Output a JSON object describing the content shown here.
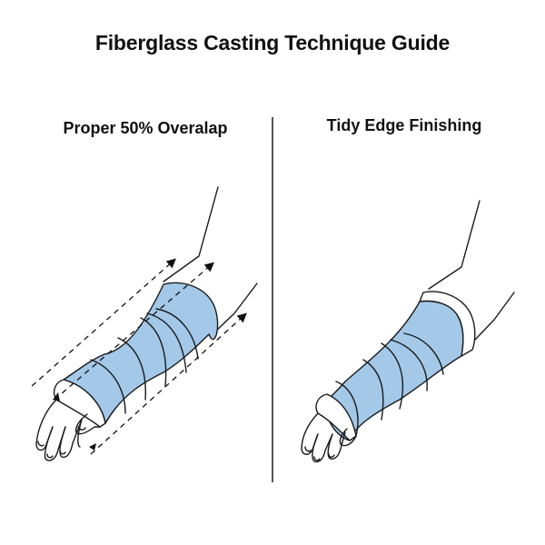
{
  "header": {
    "title": "Fiberglass Casting Technique Guide"
  },
  "panels": [
    {
      "title": "Proper 50% Overalap",
      "illustration": "cast-arm-with-overlap-arrows"
    },
    {
      "title": "Tidy Edge Finishing",
      "illustration": "cast-arm-with-finished-edges"
    }
  ],
  "colors": {
    "cast": "#a3c8e8",
    "line": "#1a1a1a",
    "divider": "#555555",
    "padding": "#ffffff"
  }
}
